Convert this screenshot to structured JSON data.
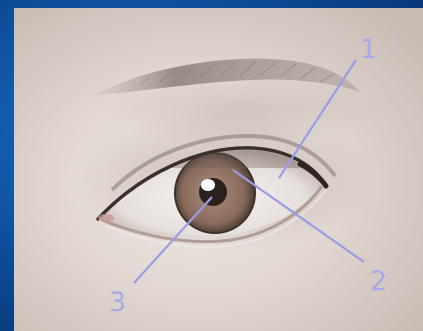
{
  "figure": {
    "callouts": [
      {
        "label": "1"
      },
      {
        "label": "2"
      },
      {
        "label": "3"
      }
    ],
    "colors": {
      "slide_background": "#0d4f9a",
      "skin": "#e2d8d3",
      "iris": "#8b6f5f",
      "pupil": "#2a201c",
      "leader_line": "#9a9de6"
    }
  }
}
